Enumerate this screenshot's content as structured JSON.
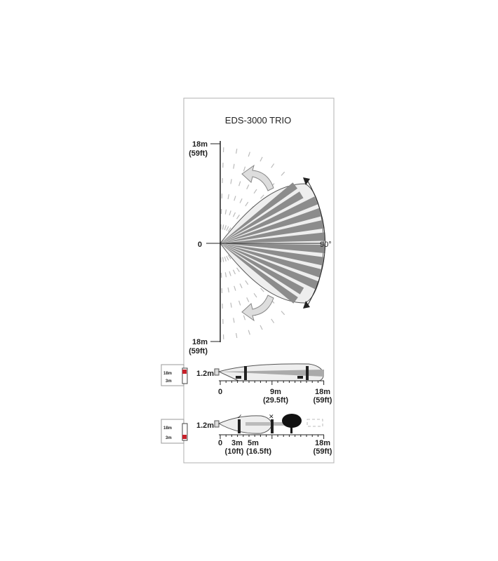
{
  "title": "EDS-3000 TRIO",
  "top_view": {
    "top_range": "18m",
    "top_range_ft": "(59ft)",
    "zero": "0",
    "bottom_range": "18m",
    "bottom_range_ft": "(59ft)",
    "angle": "90°"
  },
  "long_range_view": {
    "height": "1.2m",
    "icon_top": "18m",
    "icon_bottom": "3m",
    "ticks": [
      {
        "m": "0",
        "ft": ""
      },
      {
        "m": "9m",
        "ft": "(29.5ft)"
      },
      {
        "m": "18m",
        "ft": "(59ft)"
      }
    ]
  },
  "short_range_view": {
    "height": "1.2m",
    "icon_top": "18m",
    "icon_bottom": "3m",
    "ticks": [
      {
        "m": "0",
        "ft": ""
      },
      {
        "m": "3m",
        "ft": "(10ft)"
      },
      {
        "m": "5m",
        "ft": "(16.5ft)"
      },
      {
        "m": "18m",
        "ft": "(59ft)"
      }
    ]
  },
  "colors": {
    "accent": "#c8202a",
    "beam": "#8c8c8c",
    "frame": "#b0b0b0"
  }
}
